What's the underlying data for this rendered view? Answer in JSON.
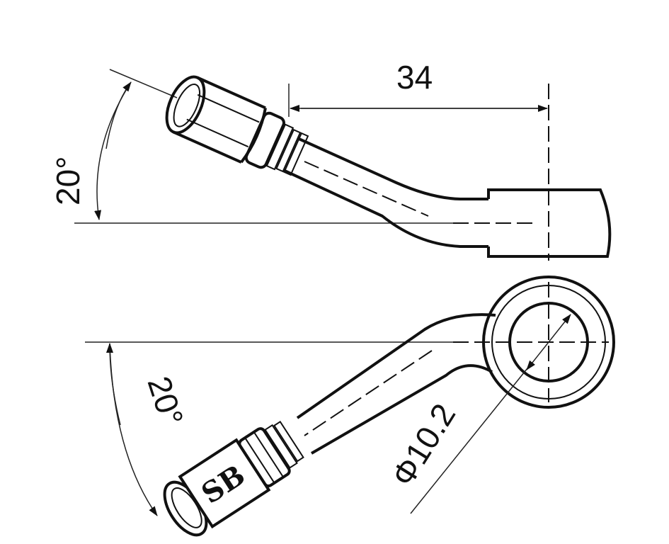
{
  "drawing": {
    "top_view": {
      "length_dimension": "34",
      "angle_label": "20°"
    },
    "bottom_view": {
      "angle_label": "20°",
      "diameter_label": "Φ10.2"
    },
    "logo_text": "SB",
    "line_color": "#111111",
    "background_color": "#ffffff"
  }
}
